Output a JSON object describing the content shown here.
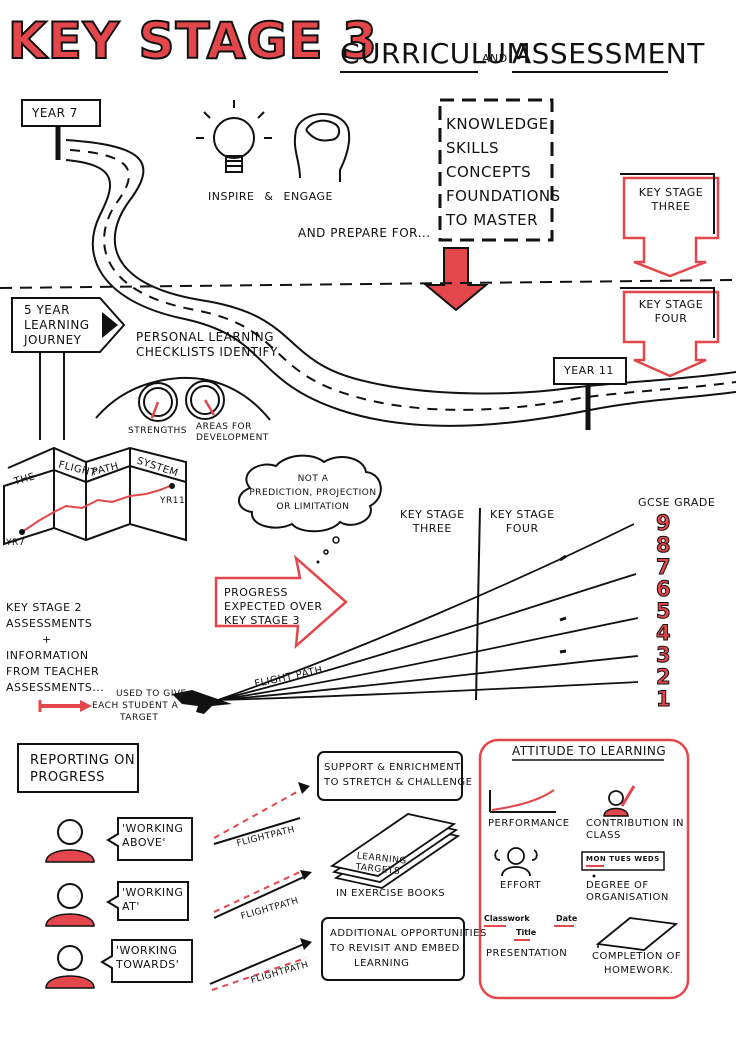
{
  "header": {
    "title": "KEY STAGE 3",
    "subtitle_a": "CURRICULUM",
    "subtitle_and": "AND",
    "subtitle_b": "ASSESSMENT"
  },
  "journey": {
    "year7": "YEAR 7",
    "year11": "YEAR 11",
    "inspire": "INSPIRE & ENGAGE",
    "prepare": "AND PREPARE FOR...",
    "knowledge": [
      "KNOWLEDGE",
      "SKILLS",
      "CONCEPTS",
      "FOUNDATIONS",
      "TO MASTER"
    ],
    "ks3_arrow": [
      "KEY STAGE",
      "THREE"
    ],
    "ks4_arrow": [
      "KEY STAGE",
      "FOUR"
    ],
    "five_year": [
      "5 YEAR",
      "LEARNING",
      "JOURNEY"
    ],
    "checklists": [
      "PERSONAL LEARNING",
      "CHECKLISTS IDENTIFY"
    ],
    "strengths": "STRENGTHS",
    "areas": [
      "AREAS FOR",
      "DEVELOPMENT"
    ]
  },
  "flight": {
    "map_words": [
      "THE",
      "FLIGHT",
      "PATH",
      "SYSTEM"
    ],
    "yr7": "YR7",
    "yr11": "YR11",
    "not_a": [
      "NOT A",
      "PREDICTION, PROJECTION",
      "OR LIMITATION"
    ],
    "ks3": [
      "KEY STAGE",
      "THREE"
    ],
    "ks4": [
      "KEY STAGE",
      "FOUR"
    ],
    "gcse_label": "GCSE GRADE",
    "grades": [
      "9",
      "8",
      "7",
      "6",
      "5",
      "4",
      "3",
      "2",
      "1"
    ],
    "progress_arrow": [
      "PROGRESS",
      "EXPECTED OVER",
      "KEY STAGE 3"
    ],
    "ks2": [
      "KEY STAGE 2",
      "ASSESSMENTS",
      "+",
      "INFORMATION",
      "FROM TEACHER",
      "ASSESSMENTS..."
    ],
    "used_to_give": [
      "USED TO GIVE",
      "EACH STUDENT A",
      "TARGET"
    ],
    "flight_path": "FLIGHT PATH"
  },
  "reporting": {
    "title": [
      "REPORTING ON",
      "PROGRESS"
    ],
    "rows": [
      {
        "label": [
          "'WORKING",
          "ABOVE'"
        ],
        "path": "FLIGHTPATH"
      },
      {
        "label": [
          "'WORKING",
          "AT'"
        ],
        "path": "FLIGHTPATH"
      },
      {
        "label": [
          "'WORKING",
          "TOWARDS'"
        ],
        "path": "FLIGHTPATH"
      }
    ],
    "support": [
      "SUPPORT & ENRICHMENT",
      "TO STRETCH & CHALLENGE"
    ],
    "learning_targets": [
      "LEARNING",
      "TARGETS"
    ],
    "exercise_books": "IN EXERCISE BOOKS",
    "additional": [
      "ADDITIONAL OPPORTUNITIES",
      "TO REVISIT AND EMBED",
      "LEARNING"
    ]
  },
  "attitude": {
    "title": "ATTITUDE TO LEARNING",
    "performance": "PERFORMANCE",
    "contribution": [
      "CONTRIBUTION IN",
      "CLASS"
    ],
    "effort": "EFFORT",
    "days": "MON TUES WEDS",
    "organisation": [
      "DEGREE OF",
      "ORGANISATION"
    ],
    "classwork": "Classwork",
    "date": "Date",
    "title_word": "Title",
    "presentation": "PRESENTATION",
    "homework": [
      "COMPLETION OF",
      "HOMEWORK."
    ]
  },
  "colors": {
    "accent": "#e3474b",
    "ink": "#111111"
  }
}
